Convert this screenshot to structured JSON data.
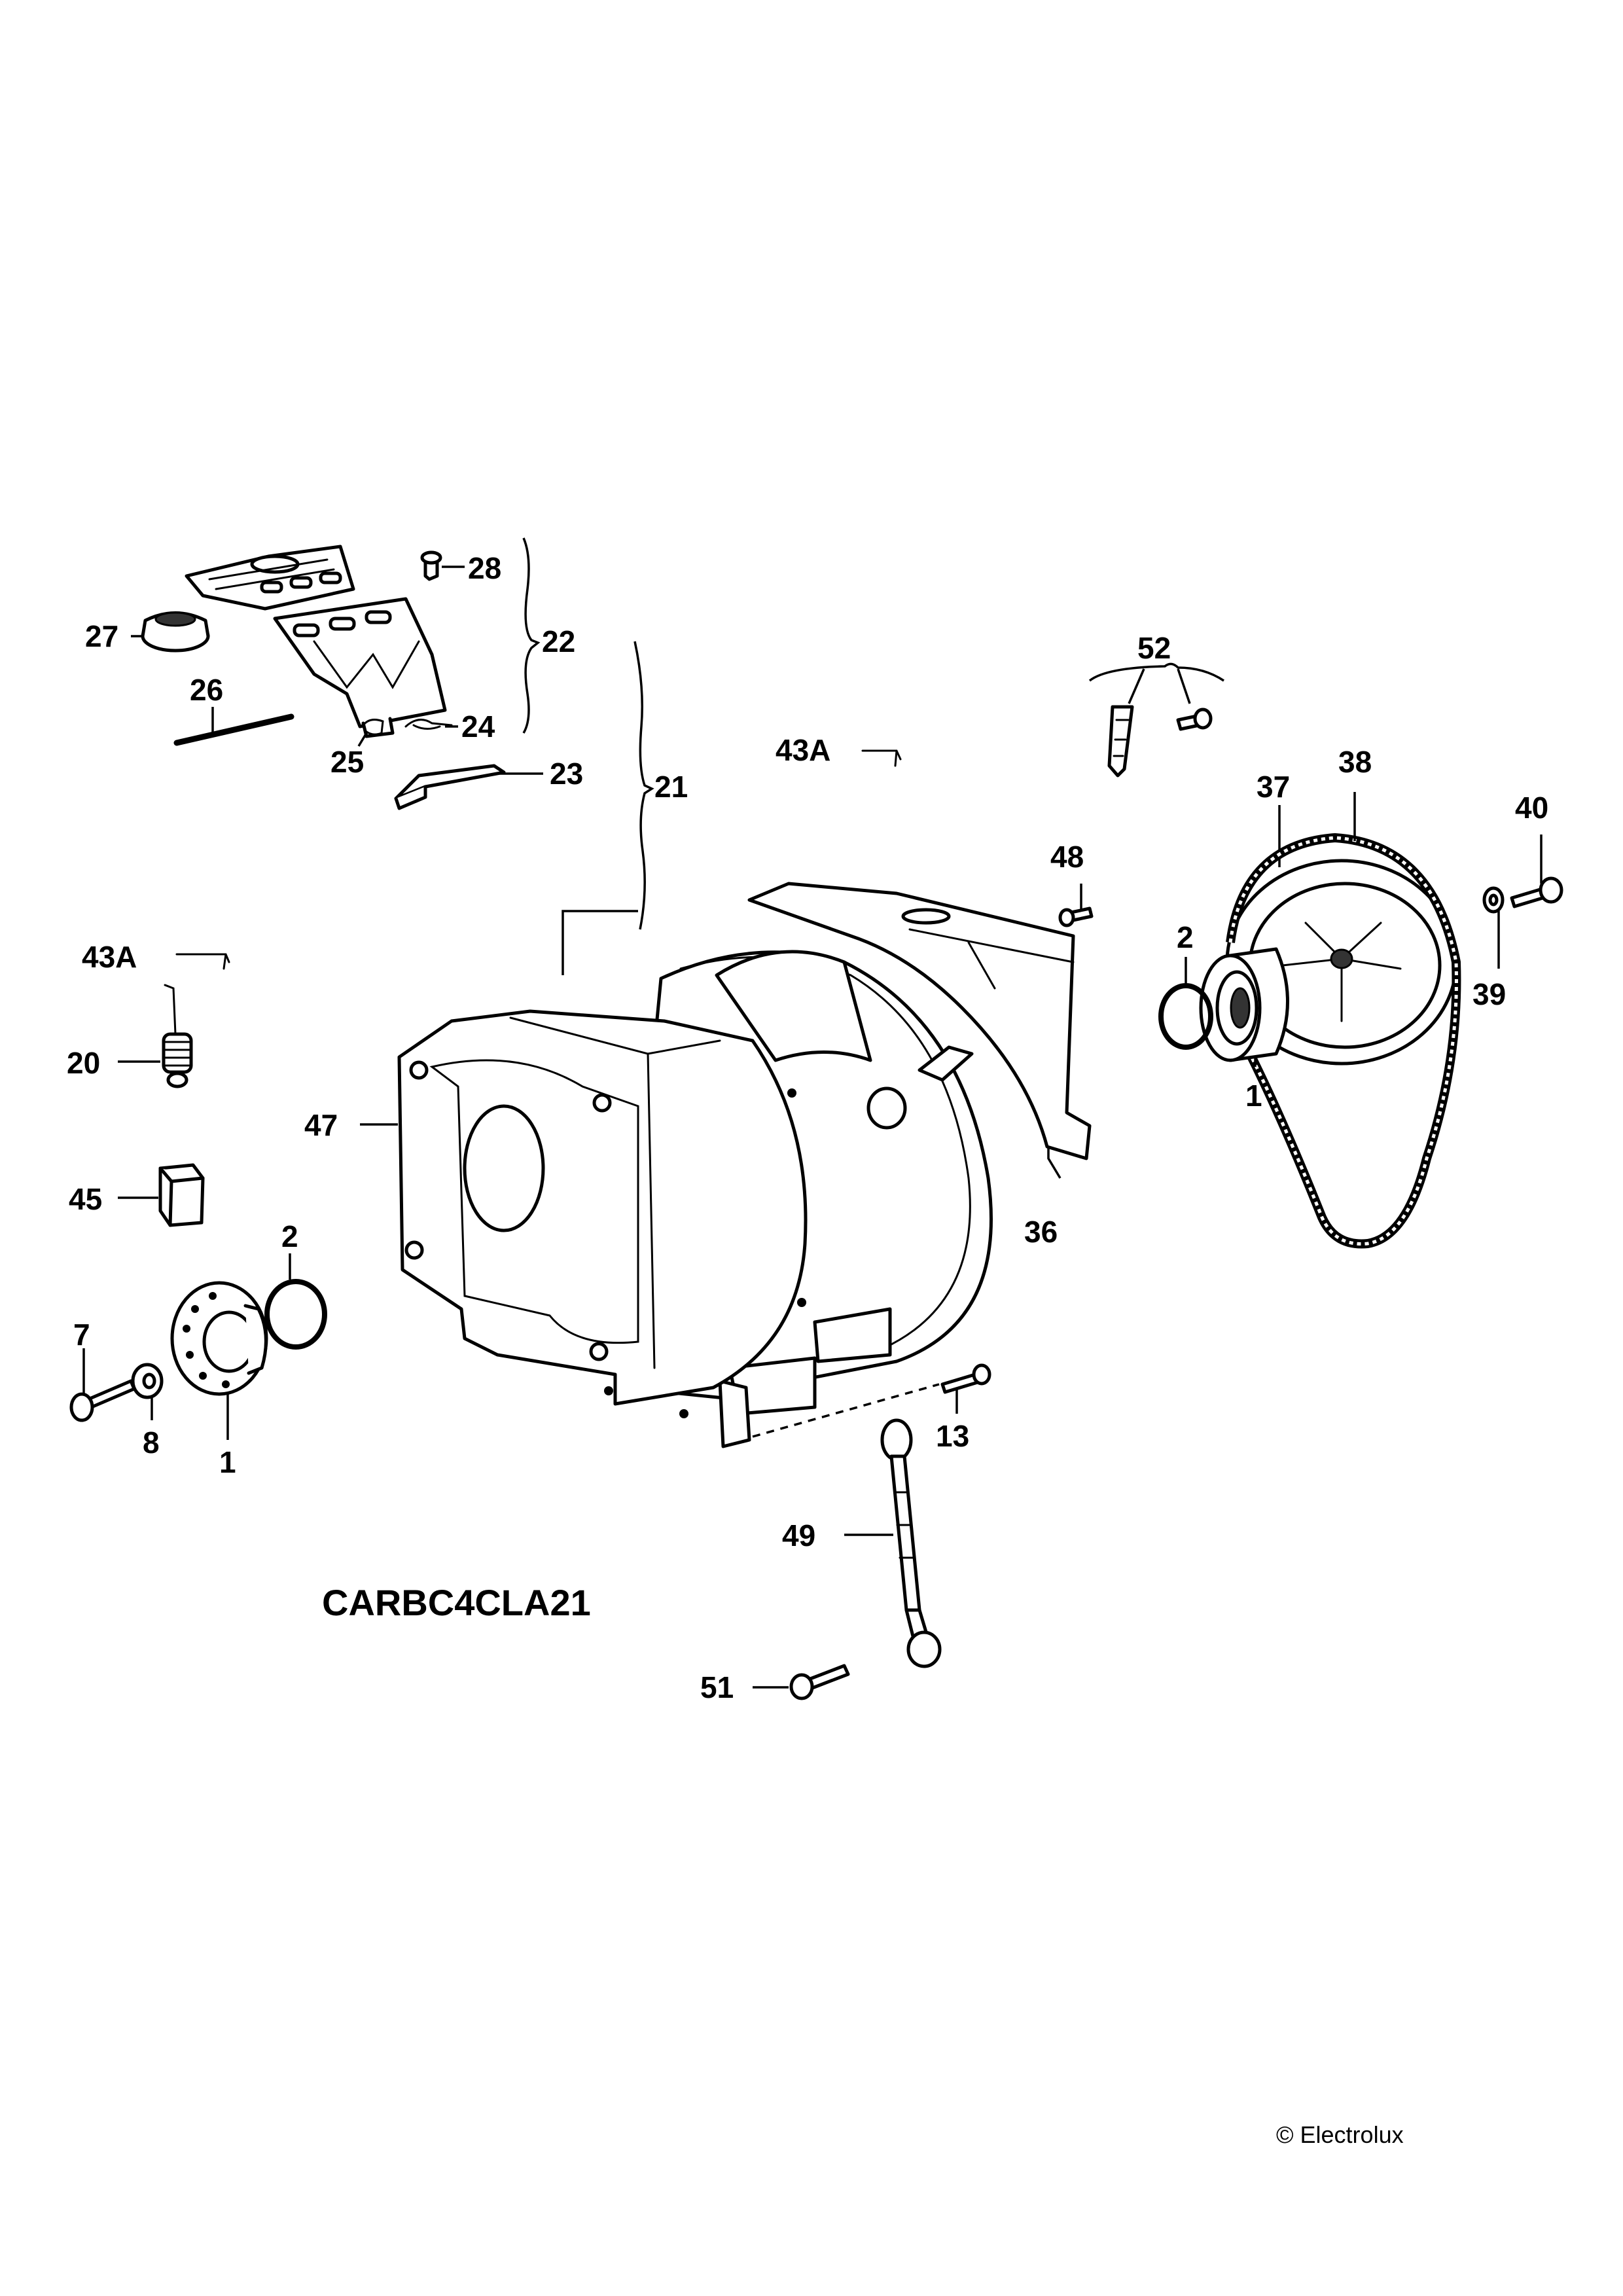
{
  "diagram_code": "CARBC4CLA21",
  "copyright": "© Electrolux",
  "labels": {
    "p1a": "1",
    "p1b": "1",
    "p2a": "2",
    "p2b": "2",
    "p7": "7",
    "p8": "8",
    "p13": "13",
    "p20": "20",
    "p21": "21",
    "p22": "22",
    "p23": "23",
    "p24": "24",
    "p25": "25",
    "p26": "26",
    "p27": "27",
    "p28": "28",
    "p36": "36",
    "p37": "37",
    "p38": "38",
    "p39": "39",
    "p40": "40",
    "p43a1": "43A",
    "p43a2": "43A",
    "p45": "45",
    "p47": "47",
    "p48": "48",
    "p49": "49",
    "p51": "51",
    "p52": "52"
  }
}
